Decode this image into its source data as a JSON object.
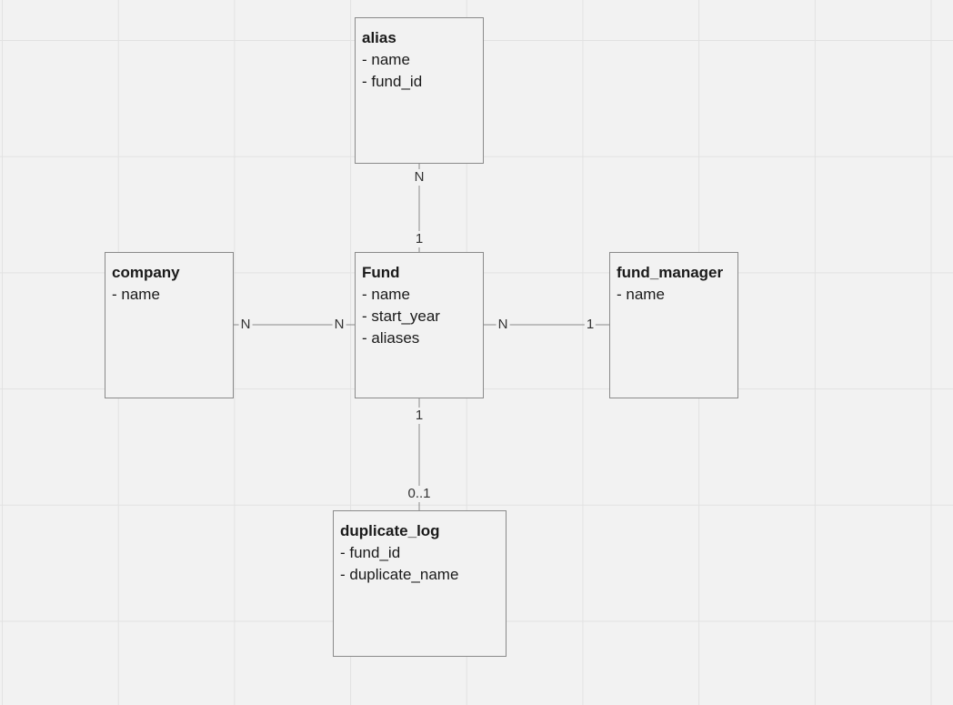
{
  "entities": {
    "alias": {
      "title": "alias",
      "attributes": [
        "- name",
        "- fund_id"
      ]
    },
    "fund": {
      "title": "Fund",
      "attributes": [
        "- name",
        "- start_year",
        "- aliases"
      ]
    },
    "company": {
      "title": "company",
      "attributes": [
        "- name"
      ]
    },
    "fund_manager": {
      "title": "fund_manager",
      "attributes": [
        "- name"
      ]
    },
    "duplicate_log": {
      "title": "duplicate_log",
      "attributes": [
        "- fund_id",
        "- duplicate_name"
      ]
    }
  },
  "relations": [
    {
      "from": "alias",
      "to": "fund",
      "from_card": "N",
      "to_card": "1"
    },
    {
      "from": "company",
      "to": "fund",
      "from_card": "N",
      "to_card": "N"
    },
    {
      "from": "fund",
      "to": "fund_manager",
      "from_card": "N",
      "to_card": "1"
    },
    {
      "from": "fund",
      "to": "duplicate_log",
      "from_card": "1",
      "to_card": "0..1"
    }
  ]
}
